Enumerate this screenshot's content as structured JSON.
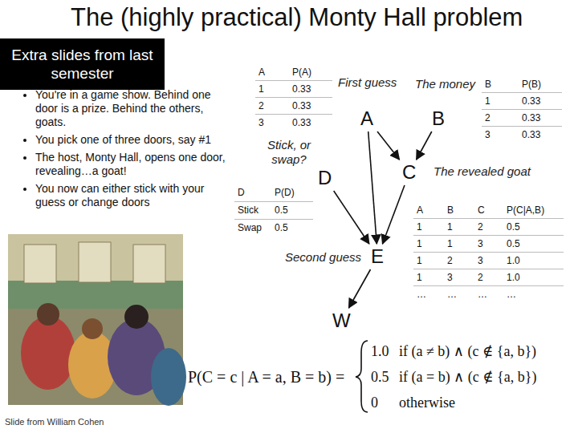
{
  "diagram": {
    "title": "The (highly practical) Monty Hall problem",
    "nodes": [
      {
        "text": [
          "Extra slides from last semester"
        ]
      },
      {
        "text": [
          "First guess",
          "A"
        ]
      },
      {
        "text": [
          "The money",
          "B"
        ]
      },
      {
        "text": [
          "Stick, or swap?",
          "D"
        ]
      },
      {
        "text": [
          "C",
          "The revealed goat"
        ]
      },
      {
        "text": [
          "Second guess",
          "E"
        ]
      },
      {
        "text": [
          "W"
        ]
      }
    ],
    "edges": [
      {
        "from": 1,
        "to": 4,
        "arrow": "to"
      },
      {
        "from": 2,
        "to": 4,
        "arrow": "to"
      },
      {
        "from": 1,
        "to": 5,
        "arrow": "to"
      },
      {
        "from": 3,
        "to": 5,
        "arrow": "to"
      },
      {
        "from": 4,
        "to": 5,
        "arrow": "to"
      },
      {
        "from": 5,
        "to": 6,
        "arrow": "to"
      }
    ],
    "labels": [
      "You're in a game show.  Behind one door is a prize.  Behind the others, goats.",
      "You pick one of three doors, say #1",
      "The host, Monty Hall, opens one door, revealing…a goat!",
      "You now can either stick with your guess or change doors",
      "A",
      "P(A)",
      "1",
      "0.33",
      "2",
      "0.33",
      "3",
      "0.33",
      "B",
      "P(B)",
      "1",
      "0.33",
      "2",
      "0.33",
      "3",
      "0.33",
      "D",
      "P(D)",
      "Stick",
      "0.5",
      "Swap",
      "0.5",
      "A",
      "B",
      "C",
      "P(C|A,B)",
      "1",
      "1",
      "2",
      "0.5",
      "1",
      "1",
      "3",
      "0.5",
      "1",
      "2",
      "3",
      "1.0",
      "1",
      "3",
      "2",
      "1.0",
      "…",
      "…",
      "…",
      "…",
      "P(C = c | A = a, B = b) =",
      "1.0",
      "if (a ≠ b) ∧ (c ∉ {a, b})",
      "0.5",
      "if (a = b) ∧ (c ∉ {a, b})",
      "0",
      "otherwise",
      "Slide from William Cohen"
    ]
  }
}
